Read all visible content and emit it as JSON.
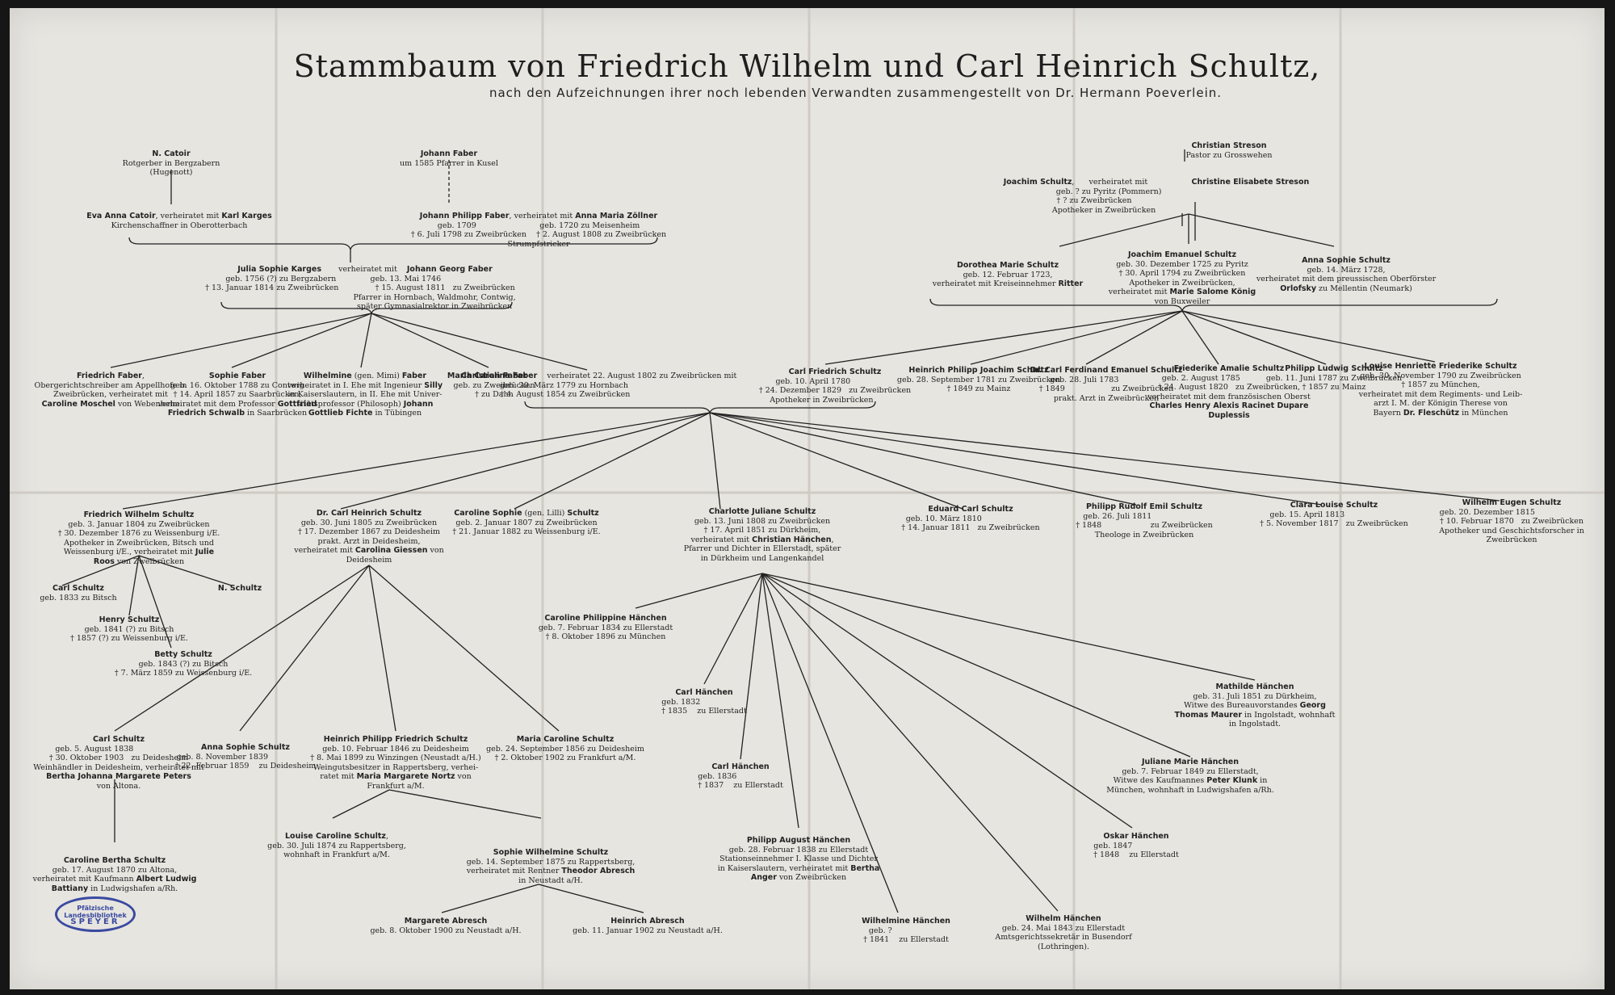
{
  "title": "Stammbaum von Friedrich Wilhelm und Carl Heinrich Schultz,",
  "subtitle": "nach den Aufzeichnungen ihrer noch lebenden Verwandten zusammengestellt von Dr. Hermann Poeverlein.",
  "stamp": {
    "line1": "Pfälzische Landesbibliothek",
    "line2": "SPEYER"
  },
  "persons": [
    {
      "id": "catoir",
      "lines": [
        "<b>N. Catoir</b>",
        "Rotgerber in Bergzabern",
        "(Hugenott)"
      ]
    },
    {
      "id": "eva",
      "lines": [
        "<b>Eva Anna Catoir</b>, verheiratet mit <b>Karl Karges</b>",
        "Kirchenschaffner in Oberotterbach"
      ]
    },
    {
      "id": "jfaber",
      "lines": [
        "<b>Johann Faber</b>",
        "um 1585 Pfarrer in Kusel"
      ]
    },
    {
      "id": "jpfaber",
      "lines": [
        "<b>Johann Philipp Faber</b>, verheiratet mit <b>Anna Maria Zöllner</b>",
        "geb. 1709 &nbsp;&nbsp;&nbsp;&nbsp;&nbsp;&nbsp;&nbsp;&nbsp;&nbsp;&nbsp;&nbsp;&nbsp;&nbsp;&nbsp;&nbsp;&nbsp;&nbsp;&nbsp;&nbsp;&nbsp;&nbsp;&nbsp;&nbsp;&nbsp; geb. 1720 zu Meisenheim",
        "† 6. Juli 1798 zu Zweibrücken &nbsp;&nbsp; † 2. August 1808 zu Zweibrücken",
        "Strumpfstricker"
      ]
    },
    {
      "id": "streson",
      "lines": [
        "<b>Christian Streson</b>",
        "Pastor zu Grosswehen"
      ]
    },
    {
      "id": "joachim",
      "lines": [
        "<b>Joachim Schultz</b>, &nbsp;&nbsp;&nbsp;&nbsp; verheiratet mit &nbsp;&nbsp;&nbsp;&nbsp;&nbsp;&nbsp;&nbsp;&nbsp;&nbsp;&nbsp;&nbsp;&nbsp;&nbsp;&nbsp;&nbsp;&nbsp; <b>Christine Elisabete Streson</b>",
        "geb. ? zu Pyritz (Pommern) &nbsp;&nbsp;&nbsp;&nbsp;&nbsp;&nbsp;&nbsp;&nbsp;&nbsp;&nbsp;&nbsp;&nbsp;&nbsp;&nbsp;&nbsp;&nbsp;&nbsp;&nbsp;&nbsp;&nbsp;&nbsp;&nbsp;&nbsp;&nbsp;&nbsp;&nbsp;&nbsp;&nbsp;&nbsp;&nbsp;&nbsp;&nbsp;&nbsp;&nbsp;&nbsp;&nbsp;&nbsp;&nbsp;",
        "† ? zu Zweibrücken &nbsp;&nbsp;&nbsp;&nbsp;&nbsp;&nbsp;&nbsp;&nbsp;&nbsp;&nbsp;&nbsp;&nbsp;&nbsp;&nbsp;&nbsp;&nbsp;&nbsp;&nbsp;&nbsp;&nbsp;&nbsp;&nbsp;&nbsp;&nbsp;&nbsp;&nbsp;&nbsp;&nbsp;&nbsp;&nbsp;&nbsp;&nbsp;&nbsp;&nbsp;&nbsp;&nbsp;&nbsp;&nbsp;&nbsp;&nbsp;&nbsp;&nbsp;&nbsp;&nbsp;&nbsp;&nbsp;&nbsp;&nbsp;&nbsp;&nbsp;",
        "Apotheker in Zweibrücken &nbsp;&nbsp;&nbsp;&nbsp;&nbsp;&nbsp;&nbsp;&nbsp;&nbsp;&nbsp;&nbsp;&nbsp;&nbsp;&nbsp;&nbsp;&nbsp;&nbsp;&nbsp;&nbsp;&nbsp;&nbsp;&nbsp;&nbsp;&nbsp;&nbsp;&nbsp;&nbsp;&nbsp;&nbsp;&nbsp;&nbsp;&nbsp;&nbsp;&nbsp;&nbsp;&nbsp;&nbsp;&nbsp;&nbsp;&nbsp;&nbsp;&nbsp;"
      ]
    },
    {
      "id": "karges",
      "lines": [
        "<b>Julia Sophie Karges</b> &nbsp;&nbsp;&nbsp;&nbsp;&nbsp; verheiratet mit &nbsp;&nbsp; <b>Johann Georg Faber</b>",
        "geb. 1756 (?) zu Bergzabern &nbsp;&nbsp;&nbsp;&nbsp;&nbsp;&nbsp;&nbsp;&nbsp;&nbsp;&nbsp;&nbsp;&nbsp; geb. 13. Mai 1746 &nbsp;&nbsp;&nbsp;&nbsp;&nbsp;&nbsp;&nbsp;&nbsp;&nbsp;&nbsp;&nbsp;&nbsp;&nbsp;&nbsp;&nbsp;&nbsp;&nbsp;&nbsp;&nbsp;&nbsp;&nbsp;&nbsp;&nbsp;&nbsp;&nbsp;",
        "† 13. Januar 1814 zu Zweibrücken &nbsp;&nbsp;&nbsp;&nbsp;&nbsp;&nbsp;&nbsp;&nbsp;&nbsp;&nbsp;&nbsp;&nbsp;&nbsp; † 15. August 1811 &nbsp; zu Zweibrücken &nbsp;&nbsp;&nbsp;",
        "&nbsp;&nbsp;&nbsp;&nbsp;&nbsp;&nbsp;&nbsp;&nbsp;&nbsp;&nbsp;&nbsp;&nbsp;&nbsp;&nbsp;&nbsp;&nbsp;&nbsp;&nbsp;&nbsp;&nbsp;&nbsp;&nbsp;&nbsp;&nbsp;&nbsp;&nbsp;&nbsp;&nbsp;&nbsp;&nbsp;&nbsp;&nbsp;&nbsp;&nbsp;&nbsp;&nbsp;&nbsp;&nbsp;&nbsp;&nbsp;&nbsp;&nbsp;&nbsp;&nbsp;&nbsp;&nbsp;&nbsp;&nbsp;&nbsp;&nbsp;&nbsp;&nbsp;&nbsp;&nbsp;&nbsp;&nbsp; Pfarrer in Hornbach, Waldmohr, Contwig,",
        "&nbsp;&nbsp;&nbsp;&nbsp;&nbsp;&nbsp;&nbsp;&nbsp;&nbsp;&nbsp;&nbsp;&nbsp;&nbsp;&nbsp;&nbsp;&nbsp;&nbsp;&nbsp;&nbsp;&nbsp;&nbsp;&nbsp;&nbsp;&nbsp;&nbsp;&nbsp;&nbsp;&nbsp;&nbsp;&nbsp;&nbsp;&nbsp;&nbsp;&nbsp;&nbsp;&nbsp;&nbsp;&nbsp;&nbsp;&nbsp;&nbsp;&nbsp;&nbsp;&nbsp;&nbsp;&nbsp;&nbsp;&nbsp;&nbsp;&nbsp;&nbsp;&nbsp;&nbsp;&nbsp;&nbsp;&nbsp; später Gymnasialrektor in Zweibrücken"
      ]
    },
    {
      "id": "dorothea",
      "lines": [
        "<b>Dorothea Marie Schultz</b>",
        "geb. 12. Februar 1723,",
        "verheiratet mit Kreiseinnehmer <b>Ritter</b>"
      ]
    },
    {
      "id": "jemanuel",
      "lines": [
        "<b>Joachim Emanuel Schultz</b>",
        "geb. 30. Dezember 1725 zu Pyritz",
        "† 30. April 1794 zu Zweibrücken",
        "Apotheker in Zweibrücken,",
        "verheiratet mit <b>Marie Salome König</b>",
        "von Buxweiler"
      ]
    },
    {
      "id": "annasophie",
      "lines": [
        "<b>Anna Sophie Schultz</b>",
        "geb. 14. März 1728,",
        "verheiratet mit dem preussischen Oberförster",
        "<b>Orlofsky</b> zu Mellentin (Neumark)"
      ]
    },
    {
      "id": "ffaber",
      "lines": [
        "<b>Friedrich Faber</b>,",
        "Obergerichtschreiber am Appellhofe in",
        "Zweibrücken, verheiratet mit",
        "<b>Caroline Moschel</b> von Webenheim"
      ]
    },
    {
      "id": "sophiefaber",
      "lines": [
        "<b>Sophie Faber</b>",
        "geb. 16. Oktober 1788 zu Contwig",
        "† 14. April 1857 zu Saarbrücken,",
        "verheiratet mit dem Professor <b>Gottfried</b>",
        "<b>Friedrich Schwalb</b> in Saarbrücken"
      ]
    },
    {
      "id": "wilhelmine",
      "lines": [
        "<b>Wilhelmine</b> (gen. Mimi) <b>Faber</b>",
        "verheiratet in I. Ehe mit Ingenieur <b>Silly</b>",
        "in Kaiserslautern, in II. Ehe mit Univer-",
        "sitätsprofessor (Philosoph) <b>Johann</b>",
        "<b>Gottlieb Fichte</b> in Tübingen"
      ]
    },
    {
      "id": "christianfaber",
      "lines": [
        "<b>Christian Faber</b>",
        "geb. zu Zweibrücken",
        "† zu Dahn"
      ]
    },
    {
      "id": "mcfaber",
      "lines": [
        "<b>Maria Carolina Faber</b> &nbsp;&nbsp; verheiratet 22. August 1802 zu Zweibrücken mit &nbsp;&nbsp;&nbsp;&nbsp;&nbsp;&nbsp;&nbsp;&nbsp;&nbsp;&nbsp;&nbsp;&nbsp;&nbsp;&nbsp;&nbsp;&nbsp;&nbsp;&nbsp;&nbsp;&nbsp;&nbsp;&nbsp;&nbsp;&nbsp;&nbsp;&nbsp;&nbsp;&nbsp;&nbsp;&nbsp;&nbsp;&nbsp;&nbsp;&nbsp;&nbsp;&nbsp;&nbsp;&nbsp;",
        "geb. 20. März 1779 zu Hornbach &nbsp;&nbsp;&nbsp;&nbsp;&nbsp;&nbsp;&nbsp;&nbsp;&nbsp;&nbsp;&nbsp;&nbsp;&nbsp;&nbsp;&nbsp;&nbsp;&nbsp;&nbsp;&nbsp;&nbsp;&nbsp;&nbsp;&nbsp;&nbsp;&nbsp;&nbsp;&nbsp;&nbsp;&nbsp;&nbsp;&nbsp;&nbsp;&nbsp;&nbsp;&nbsp;&nbsp;&nbsp;&nbsp;&nbsp;&nbsp;&nbsp;&nbsp;&nbsp;&nbsp;&nbsp;&nbsp;&nbsp;&nbsp;&nbsp;&nbsp;&nbsp;&nbsp;&nbsp;&nbsp;&nbsp;&nbsp;&nbsp;&nbsp;&nbsp;&nbsp;&nbsp;",
        "† 4. August 1854 zu Zweibrücken &nbsp;&nbsp;&nbsp;&nbsp;&nbsp;&nbsp;&nbsp;&nbsp;&nbsp;&nbsp;&nbsp;&nbsp;&nbsp;&nbsp;&nbsp;&nbsp;&nbsp;&nbsp;&nbsp;&nbsp;&nbsp;&nbsp;&nbsp;&nbsp;&nbsp;&nbsp;&nbsp;&nbsp;&nbsp;&nbsp;&nbsp;&nbsp;&nbsp;&nbsp;&nbsp;&nbsp;&nbsp;&nbsp;&nbsp;&nbsp;&nbsp;&nbsp;&nbsp;&nbsp;&nbsp;&nbsp;&nbsp;&nbsp;&nbsp;&nbsp;&nbsp;&nbsp;&nbsp;&nbsp;&nbsp;&nbsp;&nbsp;&nbsp;&nbsp;&nbsp;"
      ]
    },
    {
      "id": "cfriedrich",
      "lines": [
        "<b>Carl Friedrich Schultz</b>",
        "geb. 10. April 1780 &nbsp;&nbsp;&nbsp;&nbsp;&nbsp;&nbsp;&nbsp;&nbsp;&nbsp;&nbsp;&nbsp;&nbsp;&nbsp;&nbsp;&nbsp;&nbsp;&nbsp;",
        "† 24. Dezember 1829 &nbsp; zu Zweibrücken",
        "Apotheker in Zweibrücken &nbsp;&nbsp;&nbsp;&nbsp;&nbsp;&nbsp;&nbsp;&nbsp;&nbsp;&nbsp;"
      ]
    },
    {
      "id": "heinrichphilipp",
      "lines": [
        "<b>Heinrich Philipp Joachim Schultz</b>",
        "geb. 28. September 1781 zu Zweibrücken",
        "† 1849 zu Mainz"
      ]
    },
    {
      "id": "cferdinand",
      "lines": [
        "<b>Dr. Carl Ferdinand Emanuel Schultz</b>",
        "geb. 28. Juli 1783 &nbsp;&nbsp;&nbsp;&nbsp;&nbsp;&nbsp;&nbsp;&nbsp;&nbsp;&nbsp;&nbsp;&nbsp;&nbsp;&nbsp;&nbsp;&nbsp;&nbsp;",
        "† 1849 &nbsp;&nbsp;&nbsp;&nbsp;&nbsp;&nbsp;&nbsp;&nbsp;&nbsp;&nbsp;&nbsp;&nbsp;&nbsp;&nbsp;&nbsp;&nbsp;&nbsp; zu Zweibrücken",
        "prakt. Arzt in Zweibrücken"
      ]
    },
    {
      "id": "friederike",
      "lines": [
        "<b>Friederike Amalie Schultz</b>",
        "geb. 2. August 1785 &nbsp;&nbsp;&nbsp;&nbsp;&nbsp;&nbsp;&nbsp;&nbsp;&nbsp;&nbsp;&nbsp;&nbsp;&nbsp;&nbsp;&nbsp;&nbsp;&nbsp;&nbsp;&nbsp;&nbsp;&nbsp;&nbsp;",
        "† 24. August 1820 &nbsp; zu Zweibrücken,",
        "verheiratet mit dem französischen Oberst",
        "<b>Charles Henry Alexis Racinet Dupare</b>",
        "<b>Duplessis</b>"
      ]
    },
    {
      "id": "philippludwig",
      "lines": [
        "<b>Philipp Ludwig Schultz</b>",
        "geb. 11. Juni 1787 zu Zweibrücken",
        "† 1857 zu Mainz"
      ]
    },
    {
      "id": "louise",
      "lines": [
        "<b>Louise Henriette Friederike Schultz</b>",
        "geb. 30. November 1790 zu Zweibrücken",
        "† 1857 zu München,",
        "verheiratet mit dem Regiments- und Leib-",
        "arzt I. M. der Königin Therese von",
        "Bayern <b>Dr. Fleschütz</b> in München"
      ]
    },
    {
      "id": "fwilhelm",
      "lines": [
        "<b>Friedrich Wilhelm Schultz</b>",
        "geb. 3. Januar 1804 zu Zweibrücken",
        "† 30. Dezember 1876 zu Weissenburg i/E.",
        "Apotheker in Zweibrücken, Bitsch und",
        "Weissenburg i/E., verheiratet mit <b>Julie</b>",
        "<b>Roos</b> von Zweibrücken"
      ]
    },
    {
      "id": "cheinrich",
      "lines": [
        "<b>Dr. Carl Heinrich Schultz</b>",
        "geb. 30. Juni 1805 zu Zweibrücken",
        "† 17. Dezember 1867 zu Deidesheim",
        "prakt. Arzt in Deidesheim,",
        "verheiratet mit <b>Carolina Giessen</b> von",
        "Deidesheim"
      ]
    },
    {
      "id": "carolinesophie",
      "lines": [
        "<b>Caroline Sophie</b> (gen. Lilli) <b>Schultz</b>",
        "geb. 2. Januar 1807 zu Zweibrücken",
        "† 21. Januar 1882 zu Weissenburg i/E."
      ]
    },
    {
      "id": "charlotte",
      "lines": [
        "<b>Charlotte Juliane Schultz</b>",
        "geb. 13. Juni 1808 zu Zweibrücken",
        "† 17. April 1851 zu Dürkheim,",
        "verheiratet mit <b>Christian Hänchen</b>,",
        "Pfarrer und Dichter in Ellerstadt, später",
        "in Dürkheim und Langenkandel"
      ]
    },
    {
      "id": "eduard",
      "lines": [
        "<b>Eduard Carl Schultz</b>",
        "geb. 10. März 1810 &nbsp;&nbsp;&nbsp;&nbsp;&nbsp;&nbsp;&nbsp;&nbsp;&nbsp;&nbsp;&nbsp;&nbsp;&nbsp;&nbsp;&nbsp;&nbsp;&nbsp;&nbsp;&nbsp;&nbsp;&nbsp;",
        "† 14. Januar 1811 &nbsp; zu Zweibrücken"
      ]
    },
    {
      "id": "philipprudolf",
      "lines": [
        "<b>Philipp Rudolf Emil Schultz</b>",
        "geb. 26. Juli 1811 &nbsp;&nbsp;&nbsp;&nbsp;&nbsp;&nbsp;&nbsp;&nbsp;&nbsp;&nbsp;&nbsp;&nbsp;&nbsp;&nbsp;&nbsp;&nbsp;&nbsp;&nbsp;&nbsp;&nbsp;&nbsp;",
        "† 1848 &nbsp;&nbsp;&nbsp;&nbsp;&nbsp;&nbsp;&nbsp;&nbsp;&nbsp;&nbsp;&nbsp;&nbsp;&nbsp;&nbsp;&nbsp;&nbsp;&nbsp;&nbsp; zu Zweibrücken",
        "Theologe in Zweibrücken"
      ]
    },
    {
      "id": "clara",
      "lines": [
        "<b>Clara Louise Schultz</b>",
        "geb. 15. April 1813 &nbsp;&nbsp;&nbsp;&nbsp;&nbsp;&nbsp;&nbsp;&nbsp;&nbsp;&nbsp;&nbsp;&nbsp;&nbsp;&nbsp;&nbsp;&nbsp;&nbsp;&nbsp;&nbsp;&nbsp;&nbsp;",
        "† 5. November 1817 &nbsp; zu Zweibrücken"
      ]
    },
    {
      "id": "wilhelmeugen",
      "lines": [
        "<b>Wilhelm Eugen Schultz</b>",
        "geb. 20. Dezember 1815 &nbsp;&nbsp;&nbsp;&nbsp;&nbsp;&nbsp;&nbsp;&nbsp;&nbsp;&nbsp;&nbsp;&nbsp;&nbsp;&nbsp;&nbsp;&nbsp;&nbsp;&nbsp;&nbsp;",
        "† 10. Februar 1870 &nbsp; zu Zweibrücken",
        "Apotheker und Geschichtsforscher in",
        "Zweibrücken"
      ]
    },
    {
      "id": "carlschultz1",
      "lines": [
        "<b>Carl Schultz</b>",
        "geb. 1833 zu Bitsch"
      ]
    },
    {
      "id": "nschultz",
      "lines": [
        "<b>N. Schultz</b>"
      ]
    },
    {
      "id": "henry",
      "lines": [
        "<b>Henry Schultz</b>",
        "geb. 1841 (?) zu Bitsch",
        "† 1857 (?) zu Weissenburg i/E."
      ]
    },
    {
      "id": "betty",
      "lines": [
        "<b>Betty Schultz</b>",
        "geb. 1843 (?) zu Bitsch",
        "† 7. März 1859 zu Weissenburg i/E."
      ]
    },
    {
      "id": "carolinephilippine",
      "lines": [
        "<b>Caroline Philippine Hänchen</b>",
        "geb. 7. Februar 1834 zu Ellerstadt",
        "† 8. Oktober 1896 zu München"
      ]
    },
    {
      "id": "carlhaenchen1",
      "lines": [
        "<b>Carl Hänchen</b>",
        "geb. 1832 &nbsp;&nbsp;&nbsp;&nbsp;&nbsp;&nbsp;&nbsp;&nbsp;&nbsp;&nbsp;&nbsp;&nbsp;&nbsp;&nbsp;&nbsp;&nbsp;&nbsp;&nbsp;",
        "† 1835 &nbsp;&nbsp; zu Ellerstadt"
      ]
    },
    {
      "id": "carlhaenchen2",
      "lines": [
        "<b>Carl Hänchen</b>",
        "geb. 1836 &nbsp;&nbsp;&nbsp;&nbsp;&nbsp;&nbsp;&nbsp;&nbsp;&nbsp;&nbsp;&nbsp;&nbsp;&nbsp;&nbsp;&nbsp;&nbsp;&nbsp;&nbsp;",
        "† 1837 &nbsp;&nbsp; zu Ellerstadt"
      ]
    },
    {
      "id": "mathilde",
      "lines": [
        "<b>Mathilde Hänchen</b>",
        "geb. 31. Juli 1851 zu Dürkheim,",
        "Witwe des Bureauvorstandes <b>Georg</b>",
        "<b>Thomas Maurer</b> in Ingolstadt, wohnhaft",
        "in Ingolstadt."
      ]
    },
    {
      "id": "juliane",
      "lines": [
        "<b>Juliane Marie Hänchen</b>",
        "geb. 7. Februar 1849 zu Ellerstadt,",
        "Witwe des Kaufmannes <b>Peter Klunk</b> in",
        "München, wohnhaft in Ludwigshafen a/Rh."
      ]
    },
    {
      "id": "carlschultz2",
      "lines": [
        "<b>Carl Schultz</b>",
        "geb. 5. August 1838 &nbsp;&nbsp;&nbsp;&nbsp;&nbsp;&nbsp;&nbsp;&nbsp;&nbsp;&nbsp;&nbsp;&nbsp;&nbsp;&nbsp;&nbsp;&nbsp;&nbsp;&nbsp;&nbsp;",
        "† 30. Oktober 1903 &nbsp; zu Deidesheim",
        "Weinhändler in Deidesheim, verheiratet mit",
        "<b>Bertha Johanna Margarete Peters</b>",
        "von Altona."
      ]
    },
    {
      "id": "annasophie2",
      "lines": [
        "<b>Anna Sophie Schultz</b>",
        "geb. 8. November 1839 &nbsp;&nbsp;&nbsp;&nbsp;&nbsp;&nbsp;&nbsp;&nbsp;&nbsp;&nbsp;&nbsp;&nbsp;&nbsp;&nbsp;&nbsp;&nbsp;&nbsp;&nbsp;",
        "† 22. Februar 1859 &nbsp;&nbsp; zu Deidesheim"
      ]
    },
    {
      "id": "heinrichphilippfr",
      "lines": [
        "<b>Heinrich Philipp Friedrich Schultz</b>",
        "geb. 10. Februar 1846 zu Deidesheim",
        "† 8. Mai 1899 zu Winzingen (Neustadt a/H.)",
        "Weingutsbesitzer in Rappertsberg, verhei-",
        "ratet mit <b>Maria Margarete Nortz</b> von",
        "Frankfurt a/M."
      ]
    },
    {
      "id": "mariacaroline",
      "lines": [
        "<b>Maria Caroline Schultz</b>",
        "geb. 24. September 1856 zu Deidesheim",
        "† 2. Oktober 1902 zu Frankfurt a/M."
      ]
    },
    {
      "id": "philippaugust",
      "lines": [
        "<b>Philipp August Hänchen</b>",
        "geb. 28. Februar 1838 zu Ellerstadt",
        "Stationseinnehmer I. Klasse und Dichter",
        "in Kaiserslautern, verheiratet mit <b>Bertha</b>",
        "<b>Anger</b> von Zweibrücken"
      ]
    },
    {
      "id": "oskar",
      "lines": [
        "<b>Oskar Hänchen</b>",
        "geb. 1847 &nbsp;&nbsp;&nbsp;&nbsp;&nbsp;&nbsp;&nbsp;&nbsp;&nbsp;&nbsp;&nbsp;&nbsp;&nbsp;&nbsp;&nbsp;&nbsp;&nbsp;&nbsp;",
        "† 1848 &nbsp;&nbsp; zu Ellerstadt"
      ]
    },
    {
      "id": "carolinebertha",
      "lines": [
        "<b>Caroline Bertha Schultz</b>",
        "geb. 17. August 1870 zu Altona,",
        "verheiratet mit Kaufmann <b>Albert Ludwig</b>",
        "<b>Battiany</b> in Ludwigshafen a/Rh."
      ]
    },
    {
      "id": "louisecaroline",
      "lines": [
        "<b>Louise Caroline Schultz</b>,",
        "geb. 30. Juli 1874 zu Rappertsberg,",
        "wohnhaft in Frankfurt a/M."
      ]
    },
    {
      "id": "sophiewilhelmine",
      "lines": [
        "<b>Sophie Wilhelmine Schultz</b>",
        "geb. 14. September 1875 zu Rappertsberg,",
        "verheiratet mit Rentner <b>Theodor Abresch</b>",
        "in Neustadt a/H."
      ]
    },
    {
      "id": "wilhelminehaenchen",
      "lines": [
        "<b>Wilhelmine Hänchen</b>",
        "geb. ? &nbsp;&nbsp;&nbsp;&nbsp;&nbsp;&nbsp;&nbsp;&nbsp;&nbsp;&nbsp;&nbsp;&nbsp;&nbsp;&nbsp;&nbsp;&nbsp;&nbsp;&nbsp;&nbsp;&nbsp;",
        "† 1841 &nbsp;&nbsp; zu Ellerstadt"
      ]
    },
    {
      "id": "wilhelmhaenchen",
      "lines": [
        "<b>Wilhelm Hänchen</b>",
        "geb. 24. Mai 1843 zu Ellerstadt",
        "Amtsgerichtssekretär in Busendorf",
        "(Lothringen)."
      ]
    },
    {
      "id": "margarete",
      "lines": [
        "<b>Margarete Abresch</b>",
        "geb. 8. Oktober 1900 zu Neustadt a/H."
      ]
    },
    {
      "id": "heinrichabresch",
      "lines": [
        "<b>Heinrich Abresch</b>",
        "geb. 11. Januar 1902 zu Neustadt a/H."
      ]
    }
  ]
}
